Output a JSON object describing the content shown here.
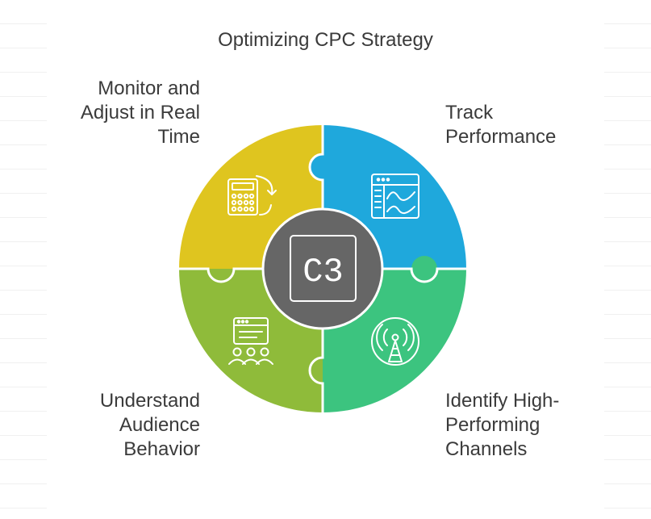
{
  "title": "Optimizing CPC Strategy",
  "center_label": "C3",
  "pieces": [
    {
      "id": "top-left",
      "lines": [
        "Monitor and",
        "Adjust in Real",
        "Time"
      ],
      "color": "#dfc51f",
      "icon": "calculator-refresh-icon"
    },
    {
      "id": "top-right",
      "lines": [
        "Track",
        "Performance"
      ],
      "color": "#1fa8dc",
      "icon": "performance-dashboard-icon"
    },
    {
      "id": "bottom-left",
      "lines": [
        "Understand",
        "Audience",
        "Behavior"
      ],
      "color": "#8fbb3a",
      "icon": "audience-screen-icon"
    },
    {
      "id": "bottom-right",
      "lines": [
        "Identify High-",
        "Performing",
        "Channels"
      ],
      "color": "#3cc47f",
      "icon": "broadcast-tower-icon"
    }
  ],
  "colors": {
    "center_fill": "#666666",
    "center_stroke": "#ffffff",
    "text": "#3b3b3b"
  }
}
